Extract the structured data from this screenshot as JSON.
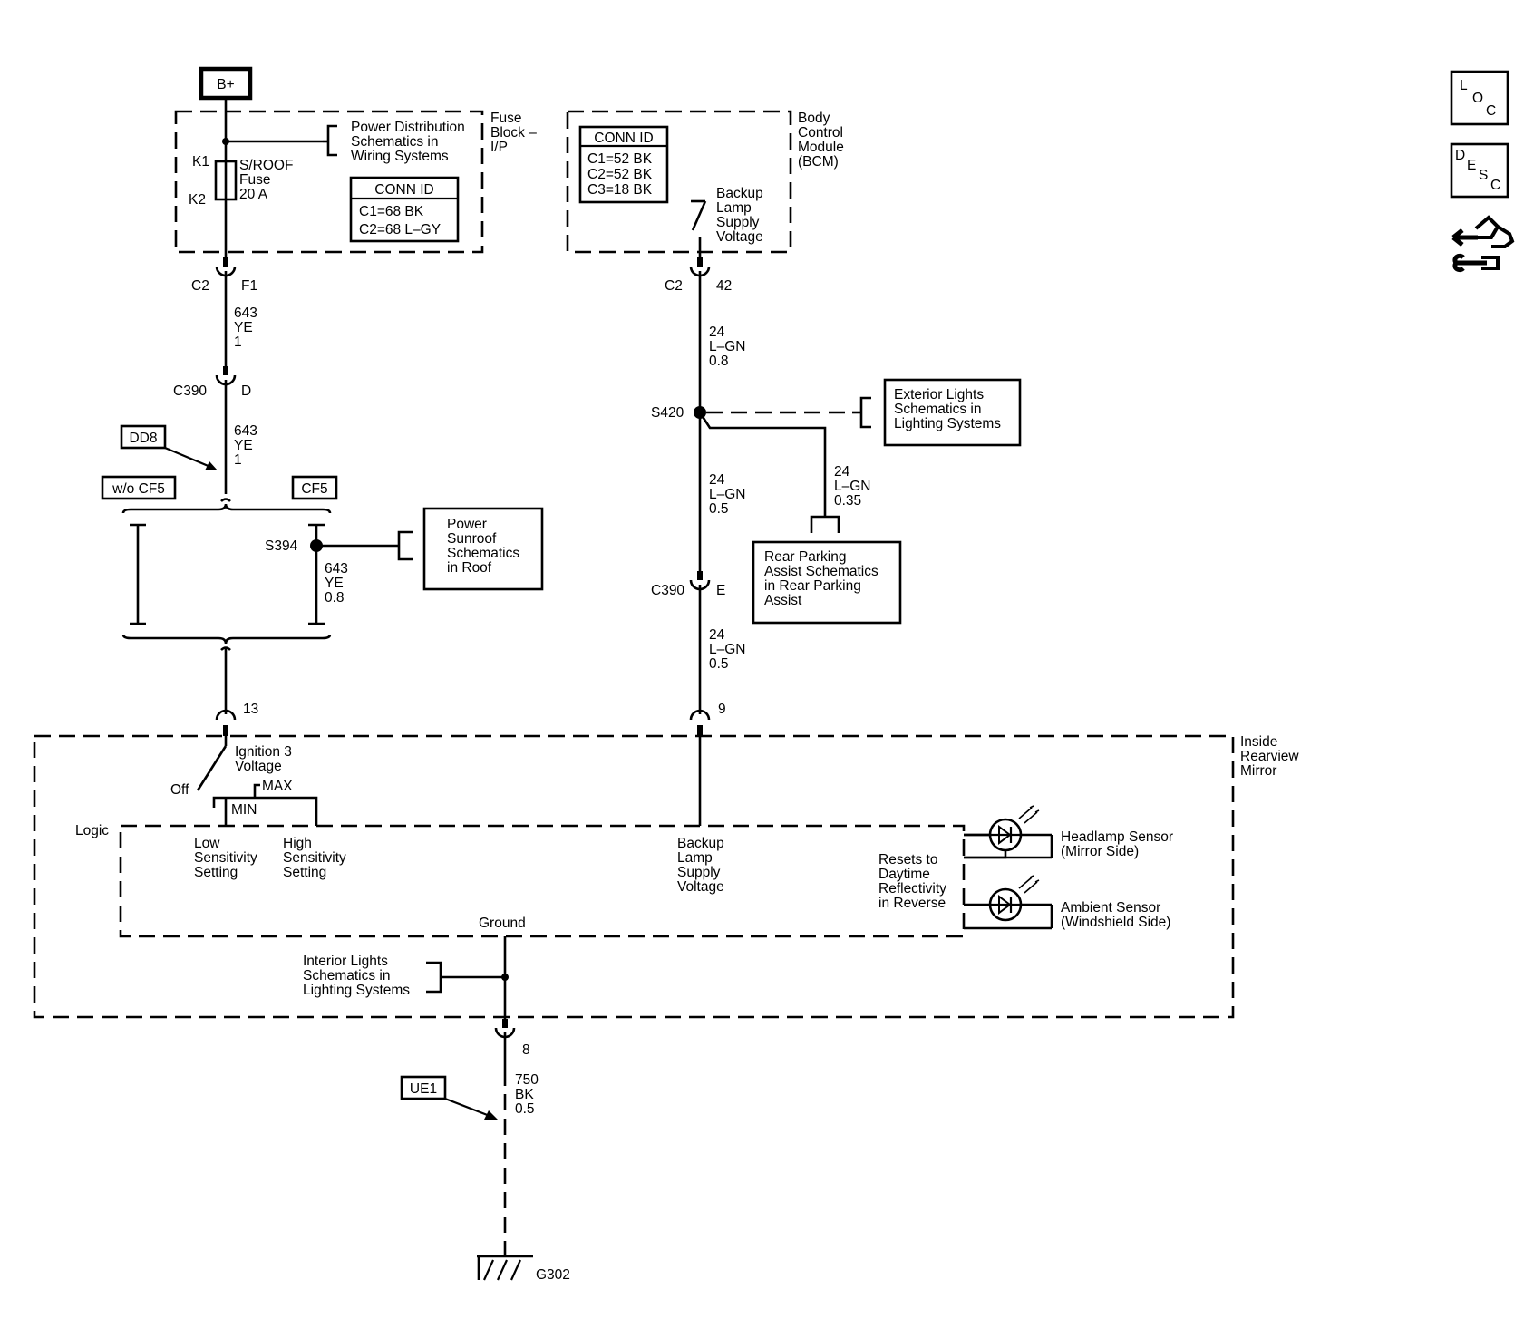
{
  "title_box": "B+",
  "fuse_block": {
    "label": [
      "Fuse",
      "Block –",
      "I/P"
    ],
    "k1": "K1",
    "k2": "K2",
    "fuse": [
      "S/ROOF",
      "Fuse",
      "20 A"
    ],
    "power_ref": [
      "Power Distribution",
      "Schematics in",
      "Wiring Systems"
    ],
    "conn_id_title": "CONN ID",
    "conn_id": [
      "C1=68 BK",
      "C2=68 L–GY"
    ]
  },
  "bcm": {
    "label": [
      "Body",
      "Control",
      "Module",
      "(BCM)"
    ],
    "conn_id_title": "CONN ID",
    "conn_id": [
      "C1=52 BK",
      "C2=52 BK",
      "C3=18 BK"
    ],
    "backup_label": [
      "Backup",
      "Lamp",
      "Supply",
      "Voltage"
    ]
  },
  "left_circuit": {
    "c2": "C2",
    "f1": "F1",
    "wire1": [
      "643",
      "YE",
      "1"
    ],
    "c390": "C390",
    "d": "D",
    "dd8": "DD8",
    "wire2": [
      "643",
      "YE",
      "1"
    ],
    "w_o_cf5": "w/o CF5",
    "cf5": "CF5",
    "s394": "S394",
    "wire3": [
      "643",
      "YE",
      "0.8"
    ],
    "sunroof_ref": [
      "Power",
      "Sunroof",
      "Schematics",
      "in Roof"
    ],
    "pin13": "13"
  },
  "right_circuit": {
    "c2": "C2",
    "pin42": "42",
    "wire1": [
      "24",
      "L–GN",
      "0.8"
    ],
    "s420": "S420",
    "ext_ref": [
      "Exterior Lights",
      "Schematics in",
      "Lighting Systems"
    ],
    "wire_branch": [
      "24",
      "L–GN",
      "0.35"
    ],
    "wire2": [
      "24",
      "L–GN",
      "0.5"
    ],
    "rear_ref": [
      "Rear Parking",
      "Assist Schematics",
      "in Rear Parking",
      "Assist"
    ],
    "c390": "C390",
    "e": "E",
    "wire3": [
      "24",
      "L–GN",
      "0.5"
    ],
    "pin9": "9"
  },
  "mirror": {
    "label": [
      "Inside",
      "Rearview",
      "Mirror"
    ],
    "ignition": [
      "Ignition 3",
      "Voltage"
    ],
    "off": "Off",
    "max": "MAX",
    "min": "MIN",
    "logic": "Logic",
    "low": [
      "Low",
      "Sensitivity",
      "Setting"
    ],
    "high": [
      "High",
      "Sensitivity",
      "Setting"
    ],
    "backup": [
      "Backup",
      "Lamp",
      "Supply",
      "Voltage"
    ],
    "resets": [
      "Resets to",
      "Daytime",
      "Reflectivity",
      "in Reverse"
    ],
    "headlamp": [
      "Headlamp Sensor",
      "(Mirror Side)"
    ],
    "ambient": [
      "Ambient Sensor",
      "(Windshield Side)"
    ],
    "ground": "Ground",
    "interior_ref": [
      "Interior Lights",
      "Schematics in",
      "Lighting Systems"
    ]
  },
  "ground_circuit": {
    "pin8": "8",
    "ue1": "UE1",
    "wire": [
      "750",
      "BK",
      "0.5"
    ],
    "g302": "G302"
  },
  "side_icons": [
    {
      "name": "loc",
      "letters": [
        "L",
        "O",
        "C"
      ]
    },
    {
      "name": "desc",
      "letters": [
        "D",
        "E",
        "S",
        "C"
      ]
    },
    {
      "name": "connector-tool"
    }
  ]
}
